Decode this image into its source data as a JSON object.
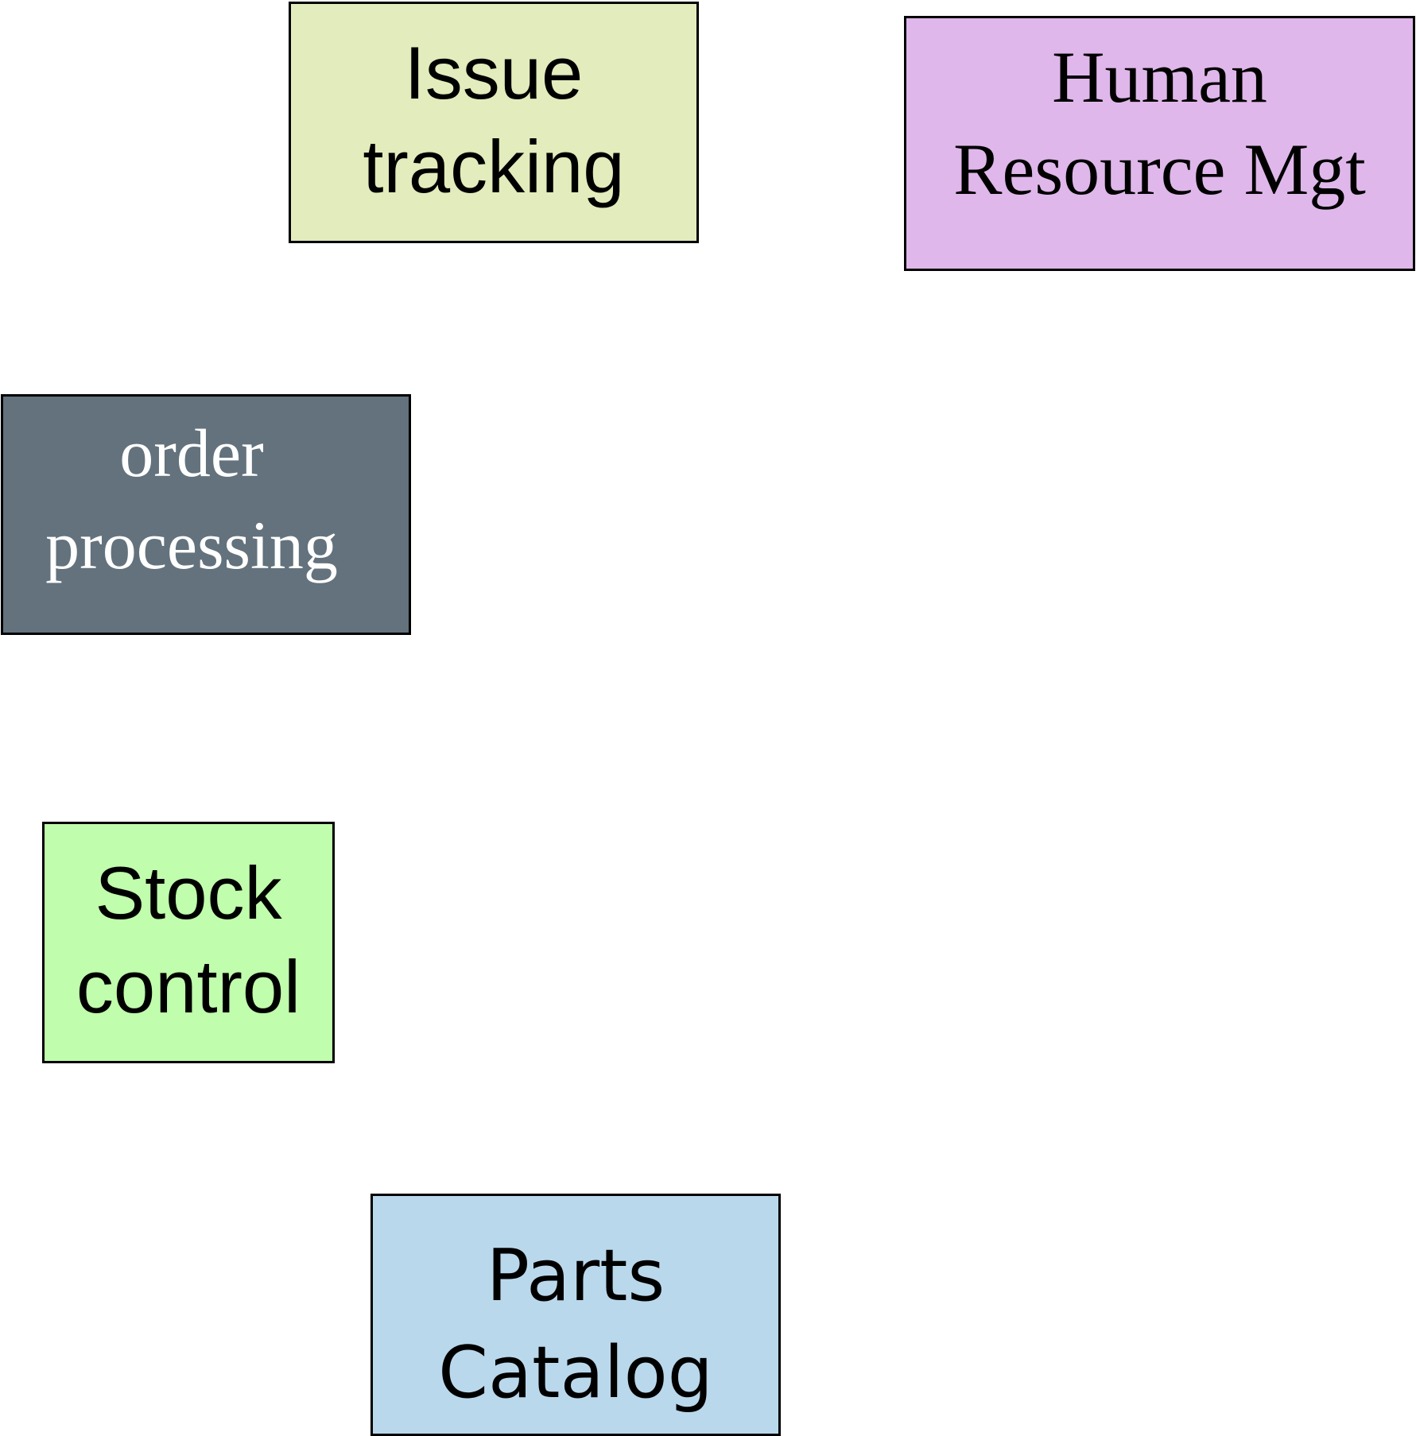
{
  "boxes": {
    "issue_tracking": {
      "lines": [
        "Issue",
        "tracking"
      ],
      "fill": "#e2ecbc",
      "text_color": "#000000"
    },
    "human_resource": {
      "lines": [
        "Human",
        "Resource Mgt"
      ],
      "fill": "#dfb7ea",
      "text_color": "#000000"
    },
    "order_processing": {
      "lines": [
        "order",
        "processing"
      ],
      "fill": "#63727d",
      "text_color": "#ffffff"
    },
    "stock_control": {
      "lines": [
        "Stock",
        "control"
      ],
      "fill": "#c0fdac",
      "text_color": "#000000"
    },
    "parts_catalog": {
      "lines": [
        "Parts",
        "Catalog"
      ],
      "fill": "#bad8ec",
      "text_color": "#000000"
    }
  }
}
